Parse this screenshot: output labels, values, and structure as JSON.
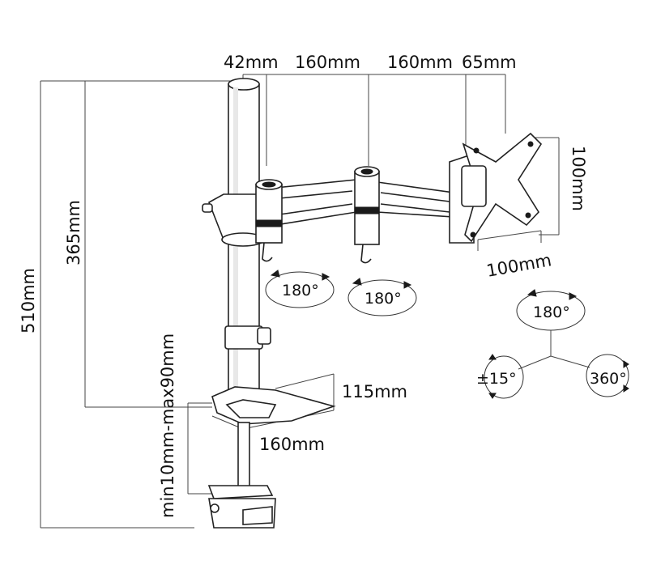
{
  "dimensions": {
    "top": [
      "42mm",
      "160mm",
      "160mm",
      "65mm"
    ],
    "vesa_height": "100mm",
    "vesa_width": "100mm",
    "total_height": "510mm",
    "arm_height": "365mm",
    "clamp_range": "min10mm-max90mm",
    "base_width": "115mm",
    "base_depth": "160mm"
  },
  "rotations": {
    "joint1": "180°",
    "joint2": "180°",
    "head_swivel": "180°",
    "tilt": "±15°",
    "rotate": "360°"
  }
}
